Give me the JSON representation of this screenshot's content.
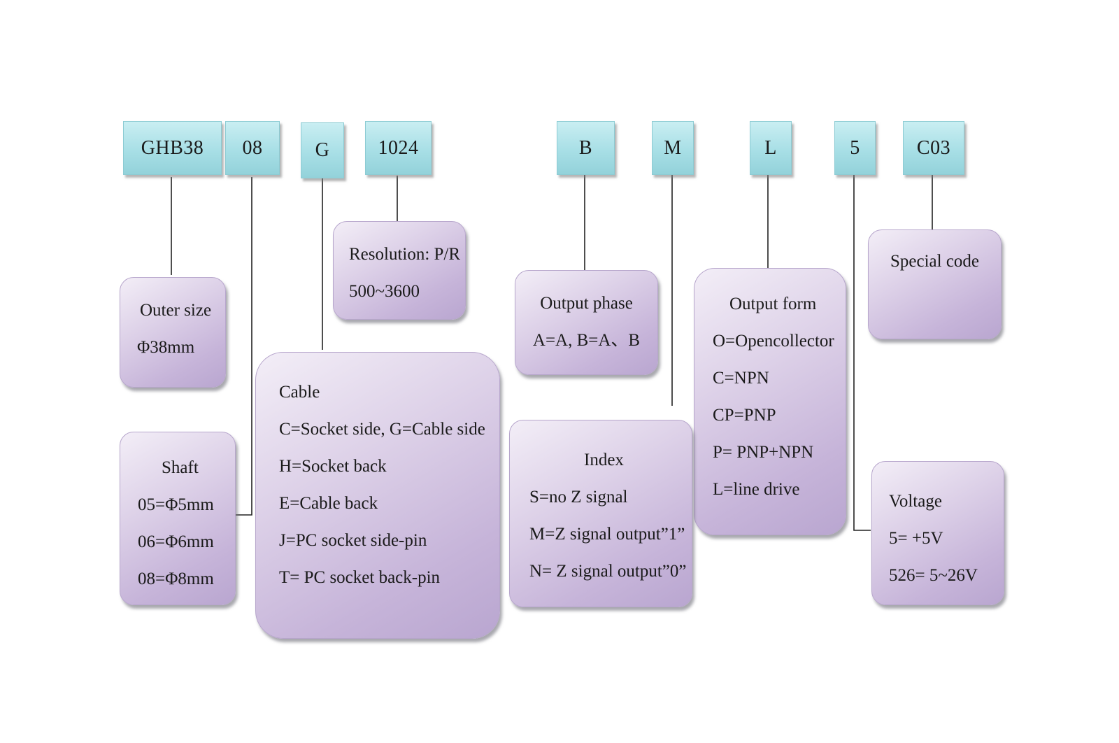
{
  "codes": {
    "ghb38": "GHB38",
    "c08": "08",
    "g": "G",
    "c1024": "1024",
    "b": "B",
    "m": "M",
    "l": "L",
    "c5": "5",
    "c03": "C03"
  },
  "outer_size": {
    "title": "Outer size",
    "value": "Φ38mm"
  },
  "resolution": {
    "title": "Resolution: P/R",
    "value": "500~3600"
  },
  "output_phase": {
    "title": "Output phase",
    "value": "A=A, B=A、B"
  },
  "output_form": {
    "title": "Output form",
    "items": [
      "O=Opencollector",
      "C=NPN",
      "CP=PNP",
      "P= PNP+NPN",
      "L=line drive"
    ]
  },
  "special_code": {
    "title": "Special code"
  },
  "cable": {
    "title": "Cable",
    "items": [
      "C=Socket side, G=Cable side",
      "H=Socket back",
      "E=Cable back",
      "J=PC socket side-pin",
      "T= PC socket back-pin"
    ]
  },
  "shaft": {
    "title": "Shaft",
    "items": [
      "05=Φ5mm",
      "06=Φ6mm",
      "08=Φ8mm"
    ]
  },
  "index": {
    "title": "Index",
    "items": [
      "S=no Z signal",
      "M=Z signal output”1”",
      "N= Z signal output”0”"
    ]
  },
  "voltage": {
    "title": "Voltage",
    "items": [
      "5= +5V",
      "526= 5~26V"
    ]
  },
  "colors": {
    "code_fill": "#a8dfe6",
    "box_fill": "#c6b4d9",
    "wire": "#222222"
  }
}
